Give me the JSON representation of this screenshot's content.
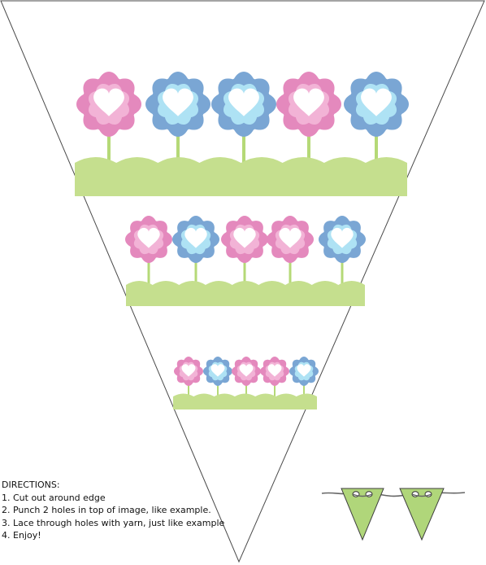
{
  "palette": {
    "outline": "#4a4a4a",
    "grass": "#c5df8e",
    "stem": "#b5d977",
    "pink_outer": "#e489bd",
    "pink_inner": "#f2b3d6",
    "blue_outer": "#7aa6d4",
    "blue_inner": "#aee2f4",
    "heart": "#ffffff",
    "pennant": "#b0d67a",
    "yarn": "#666666"
  },
  "pennant_panel": {
    "flower_rows": [
      {
        "flowers": [
          "pink",
          "blue",
          "blue",
          "pink",
          "blue"
        ]
      },
      {
        "flowers": [
          "pink",
          "blue",
          "pink",
          "pink",
          "blue"
        ]
      },
      {
        "flowers": [
          "pink",
          "blue",
          "pink",
          "pink",
          "blue"
        ]
      }
    ],
    "center_icons": [
      "heart-icon"
    ]
  },
  "directions": {
    "title": "DIRECTIONS:",
    "steps": [
      "1. Cut out around edge",
      "2. Punch 2 holes in top of image, like example.",
      "3.  Lace through holes with yarn, just like example",
      "4. Enjoy!"
    ]
  },
  "example": {
    "pennant_count": 2,
    "holes_per_pennant": 2
  }
}
